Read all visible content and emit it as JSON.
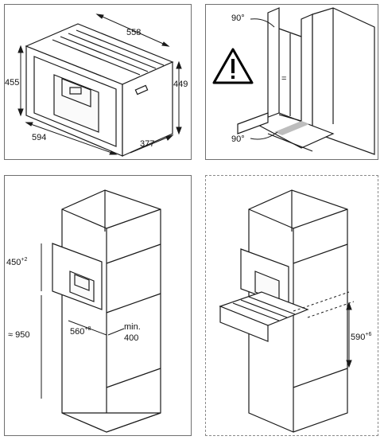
{
  "panels": {
    "dimensions": {
      "width": "558",
      "height_front": "455",
      "height_side": "449",
      "front_width": "594",
      "depth": "377"
    },
    "installation": {
      "angle_top": "90°",
      "angle_bottom": "90°",
      "equal_sign": "="
    },
    "cabinet_a": {
      "niche_height": "450",
      "niche_height_tol": "+2",
      "total_height": "≈ 950",
      "niche_width": "560",
      "niche_width_tol": "+8",
      "min_depth_label": "min.",
      "min_depth": "400"
    },
    "cabinet_b": {
      "drawer_height": "590",
      "drawer_height_tol": "+6"
    }
  },
  "colors": {
    "line": "#1a1a1a",
    "frame": "#6f6f6f",
    "shade": "#bdbdbd",
    "panel_fill": "#d8d8d8",
    "warning": "#000000"
  }
}
